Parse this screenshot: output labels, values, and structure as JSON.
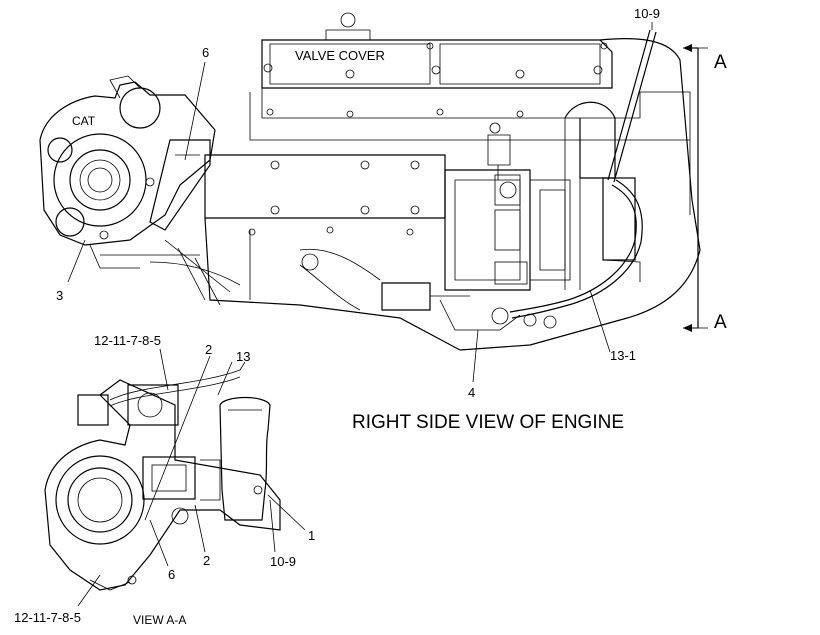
{
  "labels": {
    "valve_cover": "VALVE COVER",
    "main_title": "RIGHT SIDE VIEW OF ENGINE",
    "view_label": "VIEW A-A",
    "section_marker_top": "A",
    "section_marker_bottom": "A",
    "cat_logo": "CAT"
  },
  "callouts": {
    "c_10_9_top": "10-9",
    "c_6_top": "6",
    "c_3": "3",
    "c_4": "4",
    "c_13_1": "13-1",
    "c_12_upper": "12-11-7-8-5",
    "c_2_upper": "2",
    "c_13": "13",
    "c_1": "1",
    "c_10_9_bottom": "10-9",
    "c_2_lower": "2",
    "c_6_lower": "6",
    "c_12_lower": "12-11-7-8-5"
  }
}
